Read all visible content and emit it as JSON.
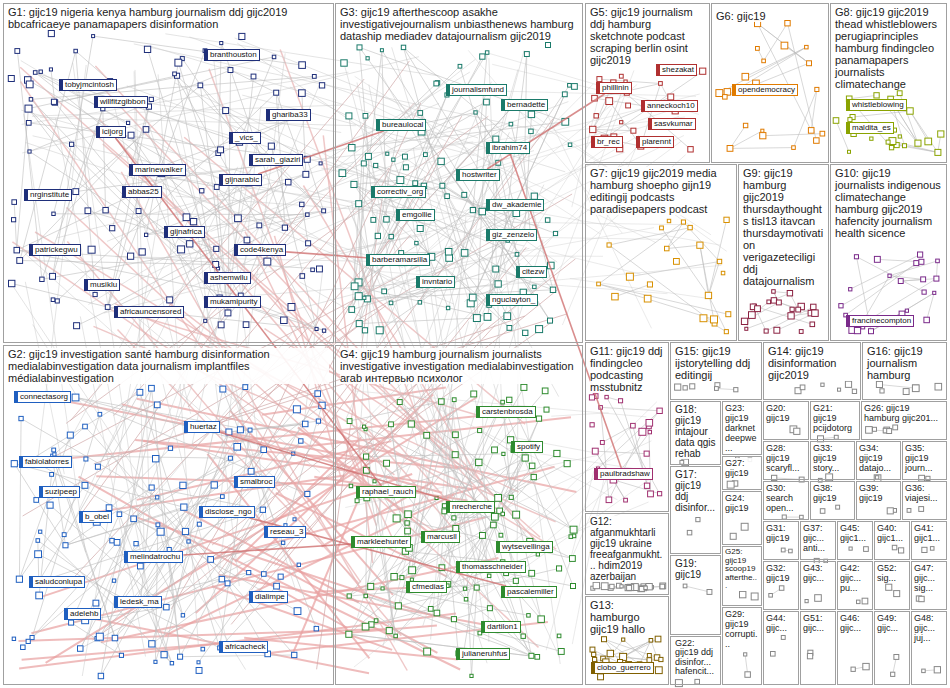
{
  "diagram": {
    "nodes": [
      {
        "text": [
          "G1: gijc19 nigeria kenya hamburg journalism ddj gijc2019 bbcafricaeye panamapapers disinformation"
        ]
      },
      {
        "text": [
          "G3: gijc19 afterthescoop asakhe investigativejournalism unbiasthenews hamburg dataship mediadev datajournalism gijc2019"
        ]
      },
      {
        "text": [
          "G5: gijc19 journalism ddj hamburg sketchnote podcast scraping berlin osint gijc2019"
        ]
      },
      {
        "text": [
          "G6: gijc19"
        ]
      },
      {
        "text": [
          "G8: gijc19 gijc2019 thead whistleblowers perugiaprinciples hamburg findingcleo panamapapers journalists climatechange"
        ]
      },
      {
        "text": [
          "G7: gijc19 gijc2019 media hamburg shoepho gijn19 editingij podcasts paradisepapers podcast"
        ]
      },
      {
        "text": [
          "G9: gijc19 hamburg gijc2019 thursdaythoughts tisl13 itavcan thursdaymotivation verigazeteciligi ddj datajournalism"
        ]
      },
      {
        "text": [
          "G10: gijc19 journalists indigenous climatechange hamburg gijc2019 hafencity journalism health sicence"
        ]
      },
      {
        "text": [
          "G2: gijc19 investigation santé hamburg disinformation medialabinvestigation data journalism implantfiles médialabinvestigation"
        ]
      },
      {
        "text": [
          "G4: gijc19 hamburg journalism journalists investigative investigation medialabinvestigation arab интервью психолог"
        ]
      },
      {
        "text": [
          "G11: gijc19 ddj findingcleo podcasting msstubnitz"
        ]
      },
      {
        "text": [
          "G15: gijc19 ijstorytelling ddj editingij"
        ]
      },
      {
        "text": [
          "G14: gijc19 disinformation gijc2019"
        ]
      },
      {
        "text": [
          "G16: gijc19 journalism hamburg"
        ]
      },
      {
        "text": [
          "G18: gijc19 intajour data qgis rehab"
        ]
      },
      {
        "text": [
          "G17: gijc19 ddj disinfor..."
        ]
      },
      {
        "text": [
          "G19: gijc19"
        ]
      },
      {
        "text": [
          "G22: gijc19 ddj disinfor... hafencit..."
        ]
      },
      {
        "text": [
          "G23: gijc19 darknet deepwe..."
        ]
      },
      {
        "text": [
          "G27: gijc19"
        ]
      },
      {
        "text": [
          "G24: gijc19"
        ]
      },
      {
        "text": [
          "G25: gijc19 scoop19 afterthe..."
        ]
      },
      {
        "text": [
          "G29: gijc19 corrupti..."
        ]
      },
      {
        "text": [
          "G20: gijc19"
        ]
      },
      {
        "text": [
          "G21: gijc19 pcijdotorg"
        ]
      },
      {
        "text": [
          "G26: gijc19 hamburg gijc201..."
        ]
      },
      {
        "text": [
          "G28: gijc19 scaryfl..."
        ]
      },
      {
        "text": [
          "G33: gijc19 story..."
        ]
      },
      {
        "text": [
          "G34: gijc19 datajo..."
        ]
      },
      {
        "text": [
          "G35: gijc19 journ..."
        ]
      },
      {
        "text": [
          "G30: search open..."
        ]
      },
      {
        "text": [
          "G38: gijc19"
        ]
      },
      {
        "text": [
          "G39: gijc19"
        ]
      },
      {
        "text": [
          "G36: viajesi..."
        ]
      },
      {
        "text": [
          "G31: gijc19"
        ]
      },
      {
        "text": [
          "G37: gijc... anti..."
        ]
      },
      {
        "text": [
          "G45: gijc1..."
        ]
      },
      {
        "text": [
          "G40: gijc1..."
        ]
      },
      {
        "text": [
          "G41: gijc1..."
        ]
      },
      {
        "text": [
          "G32: gijc19"
        ]
      },
      {
        "text": [
          "G43: gijc..."
        ]
      },
      {
        "text": [
          "G42: gijc... pu..."
        ]
      },
      {
        "text": [
          "G52: sig..."
        ]
      },
      {
        "text": [
          "G47: gijc... sig..."
        ]
      },
      {
        "text": [
          "G44: gijc..."
        ]
      },
      {
        "text": [
          "G51: gijc..."
        ]
      },
      {
        "text": [
          "G46: gijc..."
        ]
      },
      {
        "text": [
          "G49: gijc..."
        ]
      },
      {
        "text": [
          "G48: gijc... juj..."
        ]
      },
      {
        "text": [
          "G12: afganmukhtarli gijc19 ukraine freeafganmukht... hdim2019 azerbaijan"
        ]
      },
      {
        "text": [
          "G13: hamburgo gijc19 hallo"
        ]
      },
      {
        "text": [
          "branthouston"
        ],
        "in": 0
      },
      {
        "text": [
          "tobyjmcintosh"
        ],
        "in": 0
      },
      {
        "text": [
          "willfitzgibbon"
        ],
        "in": 0
      },
      {
        "text": [
          "icijorg"
        ],
        "in": 0
      },
      {
        "text": [
          "marinewalker"
        ],
        "in": 0
      },
      {
        "text": [
          "abbas25"
        ],
        "in": 0
      },
      {
        "text": [
          "gijnarabic"
        ],
        "in": 0
      },
      {
        "text": [
          "ghariba33"
        ],
        "in": 0
      },
      {
        "text": [
          "_vics_"
        ],
        "in": 0
      },
      {
        "text": [
          "sarah_giaziri"
        ],
        "in": 0
      },
      {
        "text": [
          "code4kenya"
        ],
        "in": 0
      },
      {
        "text": [
          "ashemwilu"
        ],
        "in": 0
      },
      {
        "text": [
          "mukamipurity"
        ],
        "in": 0
      },
      {
        "text": [
          "nrginstitute"
        ],
        "in": 0
      },
      {
        "text": [
          "patrickegwu"
        ],
        "in": 0
      },
      {
        "text": [
          "musiklu"
        ],
        "in": 0
      },
      {
        "text": [
          "africauncensored"
        ],
        "in": 0
      },
      {
        "text": [
          "gijnafrica"
        ],
        "in": 0
      },
      {
        "text": [
          "journalismfund"
        ],
        "in": 1
      },
      {
        "text": [
          "bernadette"
        ],
        "in": 1
      },
      {
        "text": [
          "bureaulocal"
        ],
        "in": 1
      },
      {
        "text": [
          "ibrahim74"
        ],
        "in": 1
      },
      {
        "text": [
          "hostwriter"
        ],
        "in": 1
      },
      {
        "text": [
          "correctiv_org"
        ],
        "in": 1
      },
      {
        "text": [
          "emgollie"
        ],
        "in": 1
      },
      {
        "text": [
          "dw_akademie"
        ],
        "in": 1
      },
      {
        "text": [
          "giz_zenzelo"
        ],
        "in": 1
      },
      {
        "text": [
          "barberamarsilla"
        ],
        "in": 1
      },
      {
        "text": [
          "invntario"
        ],
        "in": 1
      },
      {
        "text": [
          "citezw"
        ],
        "in": 1
      },
      {
        "text": [
          "nguclayton_"
        ],
        "in": 1
      },
      {
        "text": [
          "connectasorg"
        ],
        "in": 8
      },
      {
        "text": [
          "fabiolatorres"
        ],
        "in": 8
      },
      {
        "text": [
          "suzipeep"
        ],
        "in": 8
      },
      {
        "text": [
          "b_obel"
        ],
        "in": 8
      },
      {
        "text": [
          "melindatrochu"
        ],
        "in": 8
      },
      {
        "text": [
          "smalbroc"
        ],
        "in": 8
      },
      {
        "text": [
          "huertaz"
        ],
        "in": 8
      },
      {
        "text": [
          "reseau_3"
        ],
        "in": 8
      },
      {
        "text": [
          "dialimpe"
        ],
        "in": 8
      },
      {
        "text": [
          "africacheck"
        ],
        "in": 8
      },
      {
        "text": [
          "saludconlupa"
        ],
        "in": 8
      },
      {
        "text": [
          "adelehb"
        ],
        "in": 8
      },
      {
        "text": [
          "ledesk_ma"
        ],
        "in": 8
      },
      {
        "text": [
          "disclose_ngo"
        ],
        "in": 8
      },
      {
        "text": [
          "carstenbrosda"
        ],
        "in": 9
      },
      {
        "text": [
          "spotify"
        ],
        "in": 9
      },
      {
        "text": [
          "raphael_rauch"
        ],
        "in": 9
      },
      {
        "text": [
          "nrecherche"
        ],
        "in": 9
      },
      {
        "text": [
          "markleehunter"
        ],
        "in": 9
      },
      {
        "text": [
          "marcusll"
        ],
        "in": 9
      },
      {
        "text": [
          "thomasschneider"
        ],
        "in": 9
      },
      {
        "text": [
          "wytsevellinga"
        ],
        "in": 9
      },
      {
        "text": [
          "pascalemiller"
        ],
        "in": 9
      },
      {
        "text": [
          "cfmedias"
        ],
        "in": 9
      },
      {
        "text": [
          "dartilon1"
        ],
        "in": 9
      },
      {
        "text": [
          "julianeruhfus"
        ],
        "in": 9
      },
      {
        "text": [
          "shezakat"
        ],
        "in": 2
      },
      {
        "text": [
          "phillinin"
        ],
        "in": 2
      },
      {
        "text": [
          "anneckoch10"
        ],
        "in": 2
      },
      {
        "text": [
          "sasvkumar"
        ],
        "in": 2
      },
      {
        "text": [
          "br_rec"
        ],
        "in": 2
      },
      {
        "text": [
          "plarennt"
        ],
        "in": 2
      },
      {
        "text": [
          "opendemocracy"
        ],
        "in": 3
      },
      {
        "text": [
          "whistleblowing"
        ],
        "in": 4
      },
      {
        "text": [
          "maldita_es"
        ],
        "in": 4
      },
      {
        "text": [
          "francinecompton"
        ],
        "in": 7
      },
      {
        "text": [
          "paulbradshaw"
        ],
        "in": 10
      },
      {
        "text": [
          "clobo_guerrero"
        ],
        "in": 50
      }
    ],
    "edges": [
      {
        "from": 54,
        "to": 98,
        "arrow": "none"
      },
      {
        "from": 86,
        "to": 100,
        "arrow": "none"
      },
      {
        "from": 95,
        "to": 104,
        "arrow": "none"
      },
      {
        "from": 61,
        "to": 78,
        "arrow": "none"
      },
      {
        "from": 88,
        "to": 99,
        "arrow": "none"
      },
      {
        "from": 73,
        "to": 109,
        "arrow": "none"
      },
      {
        "from": 72,
        "to": 118,
        "arrow": "none"
      },
      {
        "from": 57,
        "to": 71,
        "arrow": "none"
      }
    ]
  }
}
